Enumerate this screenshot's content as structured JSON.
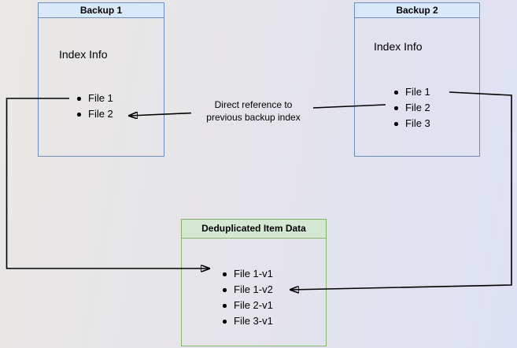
{
  "diagram": {
    "backup1": {
      "title": "Backup 1",
      "subtitle": "Index Info",
      "items": [
        "File 1",
        "File 2"
      ]
    },
    "backup2": {
      "title": "Backup 2",
      "subtitle": "Index Info",
      "items": [
        "File 1",
        "File 2",
        "File 3"
      ]
    },
    "dedup": {
      "title": "Deduplicated Item Data",
      "items": [
        "File 1-v1",
        "File 1-v2",
        "File 2-v1",
        "File 3-v1"
      ]
    },
    "annotation": {
      "line1": "Direct reference to",
      "line2": "previous backup index"
    },
    "arrows": [
      {
        "name": "backup1-file1-to-dedup-file1v1",
        "from": "Backup 1 / File 1",
        "to": "Deduplicated Item Data / File 1-v1"
      },
      {
        "name": "backup2-file1-to-dedup-file1v2",
        "from": "Backup 2 / File 1",
        "to": "Deduplicated Item Data / File 1-v2"
      },
      {
        "name": "backup2-file2-to-backup1-file2",
        "from": "Backup 2 / File 2",
        "to": "Backup 1 / File 2"
      }
    ],
    "colors": {
      "blue_header_bg": "#dae8fc",
      "blue_border": "#6c8ebf",
      "green_header_bg": "#d5e8d4",
      "green_border": "#82b366",
      "arrow": "#000000",
      "canvas_left": "#eae8e5",
      "canvas_right": "#dee1f5"
    }
  }
}
